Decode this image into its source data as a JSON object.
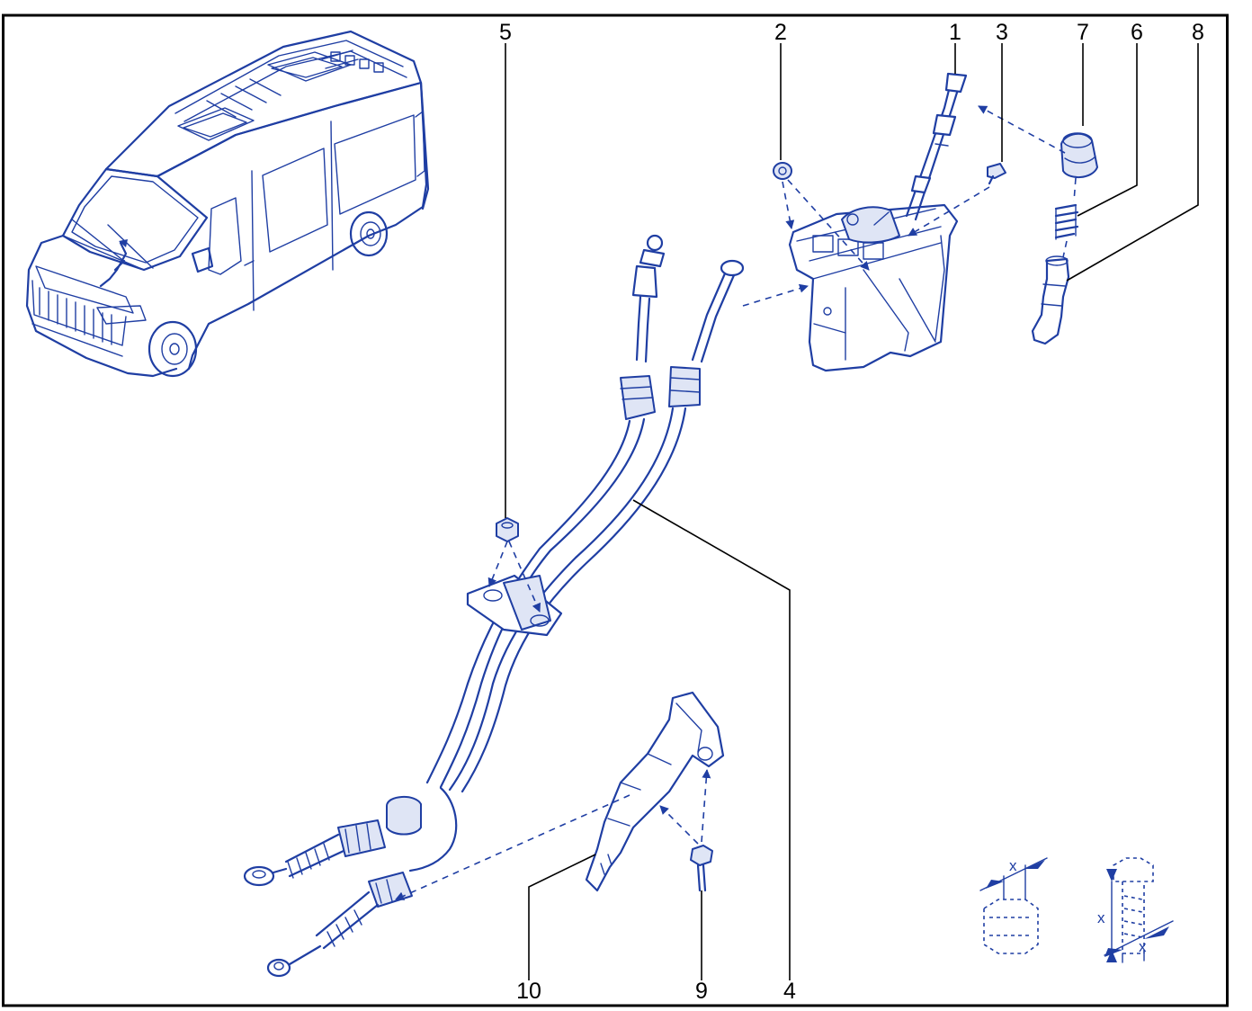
{
  "diagram": {
    "callouts": [
      {
        "label": "5"
      },
      {
        "label": "2"
      },
      {
        "label": "1"
      },
      {
        "label": "3"
      },
      {
        "label": "7"
      },
      {
        "label": "6"
      },
      {
        "label": "8"
      },
      {
        "label": "10"
      },
      {
        "label": "9"
      },
      {
        "label": "4"
      }
    ],
    "measure_symbol": "x",
    "colors": {
      "line": "#1f3ea3",
      "frame": "#000000",
      "background": "#ffffff"
    }
  }
}
